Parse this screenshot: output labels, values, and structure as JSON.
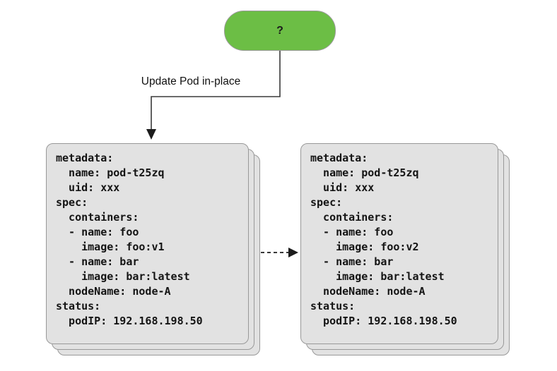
{
  "question_node": {
    "label": "?",
    "color": "#6CBE45"
  },
  "update_arrow": {
    "label": "Update Pod in-place"
  },
  "pod_before": {
    "yaml": "metadata:\n  name: pod-t25zq\n  uid: xxx\nspec:\n  containers:\n  - name: foo\n    image: foo:v1\n  - name: bar\n    image: bar:latest\n  nodeName: node-A\nstatus:\n  podIP: 192.168.198.50"
  },
  "pod_after": {
    "yaml": "metadata:\n  name: pod-t25zq\n  uid: xxx\nspec:\n  containers:\n  - name: foo\n    image: foo:v2\n  - name: bar\n    image: bar:latest\n  nodeName: node-A\nstatus:\n  podIP: 192.168.198.50"
  },
  "colors": {
    "node_green": "#6CBE45",
    "card_fill": "#E2E2E2",
    "card_border": "#999999",
    "arrow": "#3a3a3a"
  }
}
